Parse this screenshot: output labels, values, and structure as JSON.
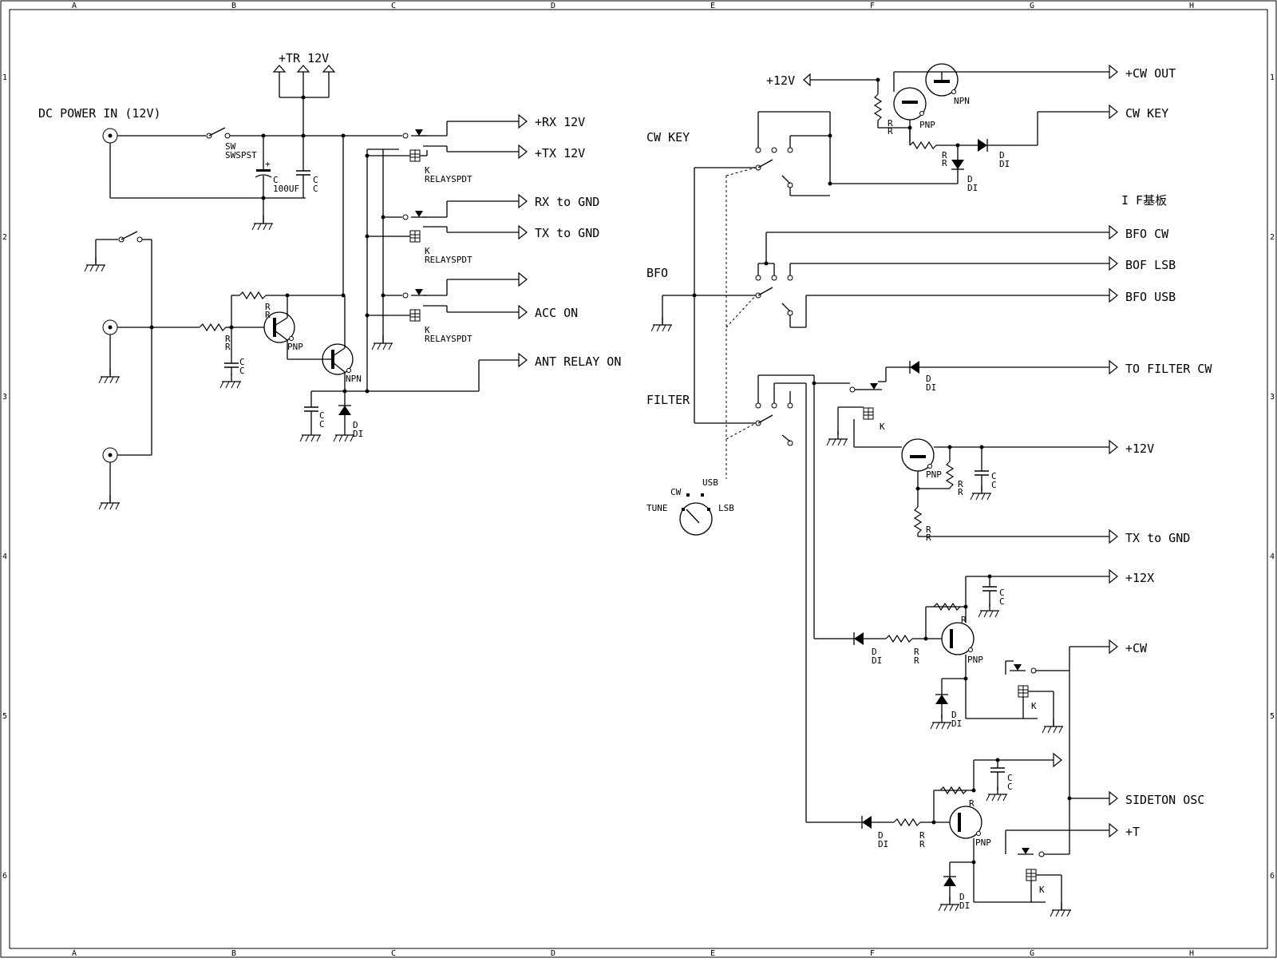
{
  "sheet": {
    "col_letters": [
      "A",
      "B",
      "C",
      "D",
      "E",
      "F",
      "G",
      "H"
    ],
    "row_numbers": [
      "1",
      "2",
      "3",
      "4",
      "5",
      "6"
    ]
  },
  "left": {
    "dc_power_in": "DC POWER IN (12V)",
    "tr12v": "+TR 12V",
    "sw_ref": "SW",
    "sw_val": "SWSPST",
    "cap_ref": "C",
    "cap_val": "100UF",
    "c_ref": "C",
    "c_val": "C",
    "outputs": [
      "+RX 12V",
      "+TX 12V",
      "RX to GND",
      "TX to GND",
      "ACC ON",
      "ANT RELAY ON"
    ],
    "relay_ref": "K",
    "relay_val": "RELAYSPDT",
    "r": "R",
    "pnp": "PNP",
    "npn": "NPN",
    "d": "D",
    "di": "DI"
  },
  "right": {
    "plus12v_in": "+12V",
    "cw_key_label": "CW KEY",
    "bfo_label": "BFO",
    "filter_label": "FILTER",
    "if_board": "I F基板",
    "selector": {
      "cw": "CW",
      "usb": "USB",
      "tune": "TUNE",
      "lsb": "LSB"
    },
    "outputs": [
      "+CW OUT",
      "CW KEY",
      "BFO CW",
      "BOF LSB",
      "BFO USB",
      "TO FILTER CW",
      "+12V",
      "TX to GND",
      "+12X",
      "+CW",
      "SIDETON OSC",
      "+T"
    ],
    "npn": "NPN",
    "pnp": "PNP",
    "r": "R",
    "d": "D",
    "di": "DI",
    "c": "C",
    "k": "K"
  }
}
